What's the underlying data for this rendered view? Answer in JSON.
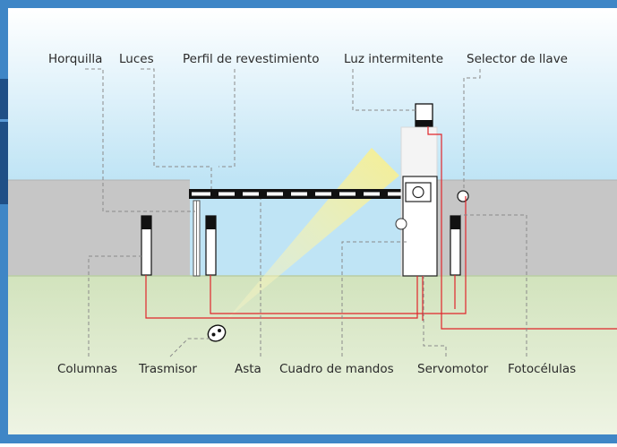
{
  "colors": {
    "frame": "#3f86c6",
    "accent_tab": "#1f4f86",
    "sky_top": "#ffffff",
    "sky_bottom": "#bfe4f5",
    "wall": "#c6c6c6",
    "ground": "#d8e6c6",
    "wire": "#e0262b",
    "leader": "#8a8a8a",
    "beam_light": "#fbf3a6"
  },
  "labels": {
    "horquilla": "Horquilla",
    "luces": "Luces",
    "perfil": "Perfil de revestimiento",
    "luz_intermitente": "Luz intermitente",
    "selector_llave": "Selector de llave",
    "columnas": "Columnas",
    "trasmisor": "Trasmisor",
    "asta": "Asta",
    "cuadro_mandos": "Cuadro de mandos",
    "servomotor": "Servomotor",
    "fotocelulas": "Fotocélulas"
  },
  "icons": [
    "key-selector-icon",
    "remote-transmitter-icon",
    "flashing-light-icon",
    "photocell-icon"
  ]
}
